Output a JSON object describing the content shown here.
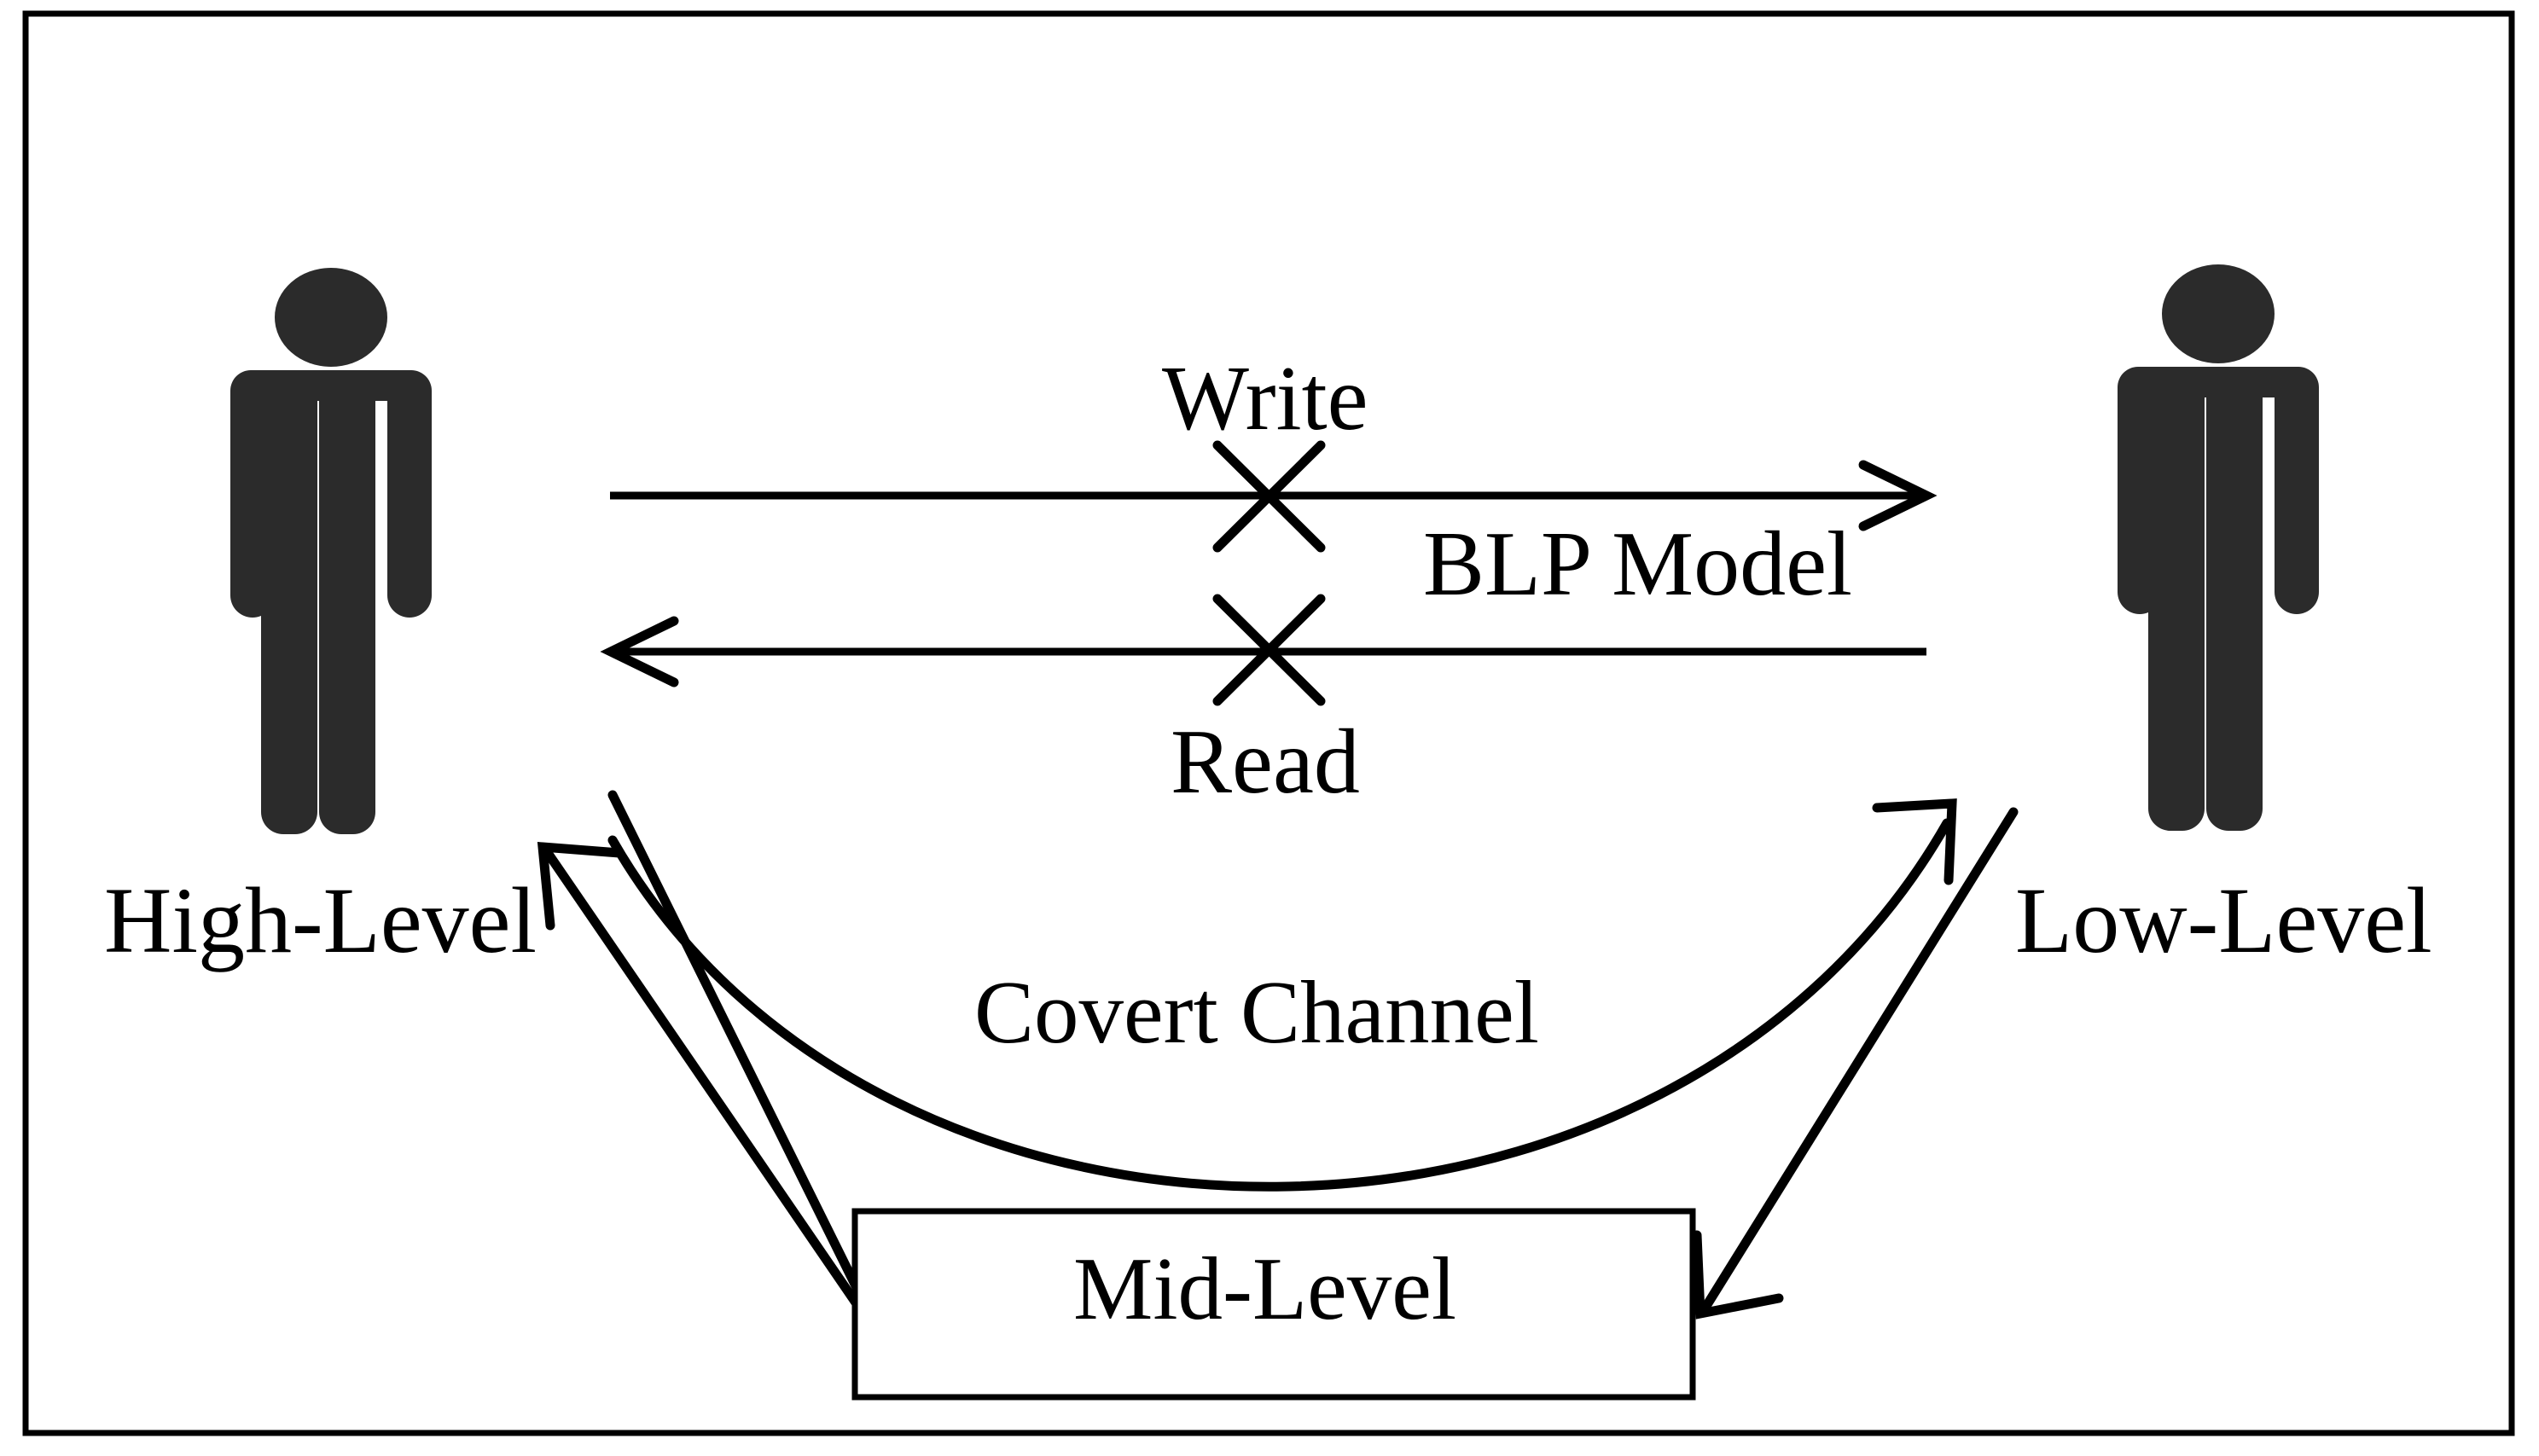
{
  "figure": {
    "type": "diagram",
    "title": "BLP Model with Covert Channel",
    "colors": {
      "background": "#ffffff",
      "border": "#000000",
      "line": "#000000",
      "person_fill": "#2b2b2b",
      "box_fill": "#ffffff",
      "box_stroke": "#000000"
    }
  },
  "labels": {
    "write": "Write",
    "read": "Read",
    "blp_model": "BLP Model",
    "high_level": "High-Level",
    "low_level": "Low-Level",
    "covert_channel": "Covert Channel",
    "mid_level": "Mid-Level"
  },
  "actors": [
    {
      "id": "high-level",
      "label": "High-Level",
      "icon": "person-icon",
      "side": "left"
    },
    {
      "id": "low-level",
      "label": "Low-Level",
      "icon": "person-icon",
      "side": "right"
    }
  ],
  "nodes": [
    {
      "id": "mid-level-box",
      "label": "Mid-Level",
      "shape": "rectangle"
    }
  ],
  "connections": [
    {
      "id": "write-arrow",
      "label": "Write",
      "from": "high-level",
      "to": "low-level",
      "direction": "right",
      "blocked": true,
      "marker": "cross"
    },
    {
      "id": "read-arrow",
      "label": "Read",
      "from": "low-level",
      "to": "high-level",
      "direction": "left",
      "blocked": true,
      "marker": "cross"
    },
    {
      "id": "blp-group",
      "label": "BLP Model",
      "describes": [
        "write-arrow",
        "read-arrow"
      ]
    },
    {
      "id": "covert-curve",
      "label": "Covert Channel",
      "from": "high-level",
      "to": "low-level",
      "direction": "right",
      "blocked": false,
      "style": "curved"
    },
    {
      "id": "high-to-mid",
      "from": "high-level",
      "to": "mid-level-box",
      "direction": "down-right",
      "style": "straight"
    },
    {
      "id": "mid-to-high",
      "from": "mid-level-box",
      "to": "high-level",
      "direction": "up-left",
      "style": "straight"
    },
    {
      "id": "low-to-mid",
      "from": "low-level",
      "to": "mid-level-box",
      "direction": "down-left",
      "style": "straight"
    }
  ]
}
